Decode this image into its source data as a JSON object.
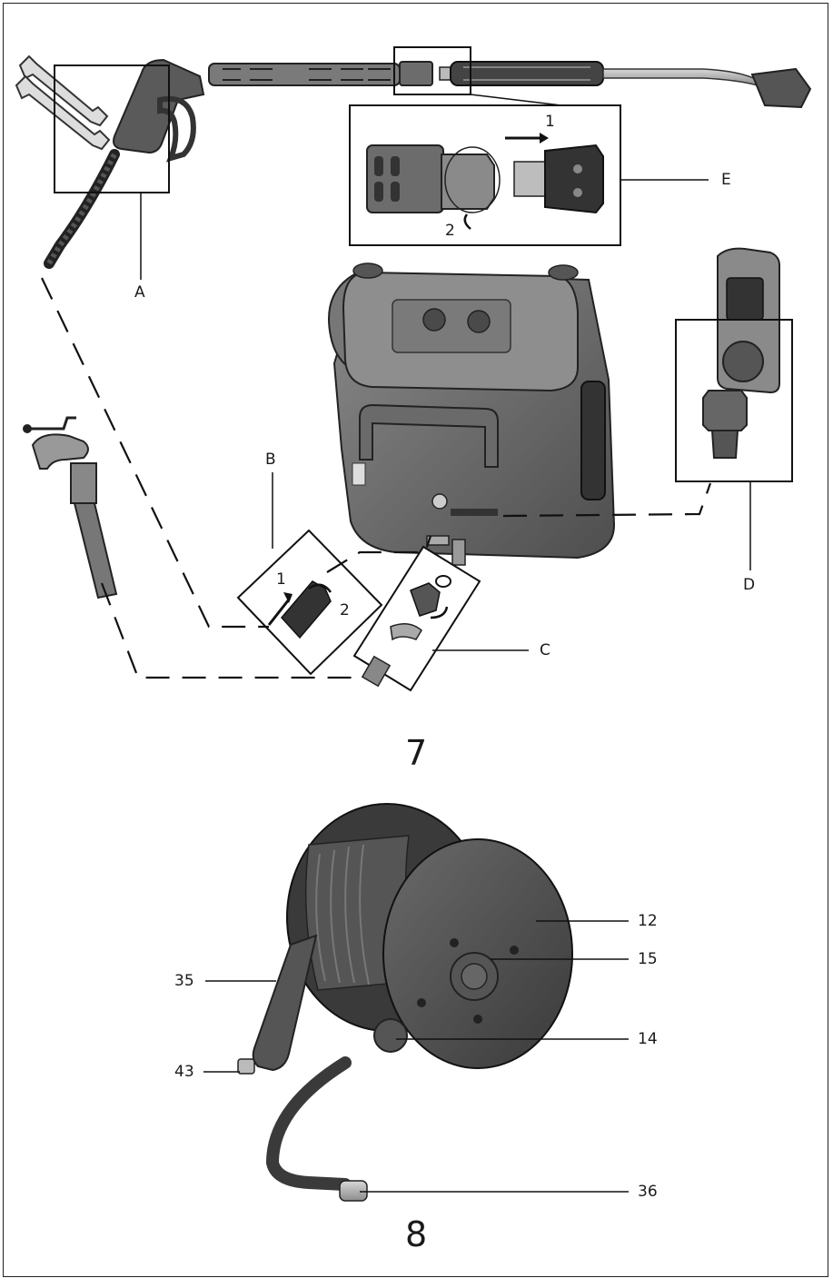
{
  "figure7": {
    "number": "7",
    "callouts": {
      "a": "A",
      "b": "B",
      "c": "C",
      "d": "D",
      "e": "E"
    },
    "steps": {
      "e_step1": "1",
      "e_step2": "2",
      "b_step1": "1",
      "b_step2": "2"
    }
  },
  "figure8": {
    "number": "8",
    "callouts": {
      "c12": "12",
      "c15": "15",
      "c14": "14",
      "c35": "35",
      "c43": "43",
      "c36": "36"
    }
  },
  "colors": {
    "ink": "#1a1a1a",
    "body_dark": "#4a4a4a",
    "body_mid": "#6b6b6b",
    "body_light": "#9a9a9a"
  }
}
